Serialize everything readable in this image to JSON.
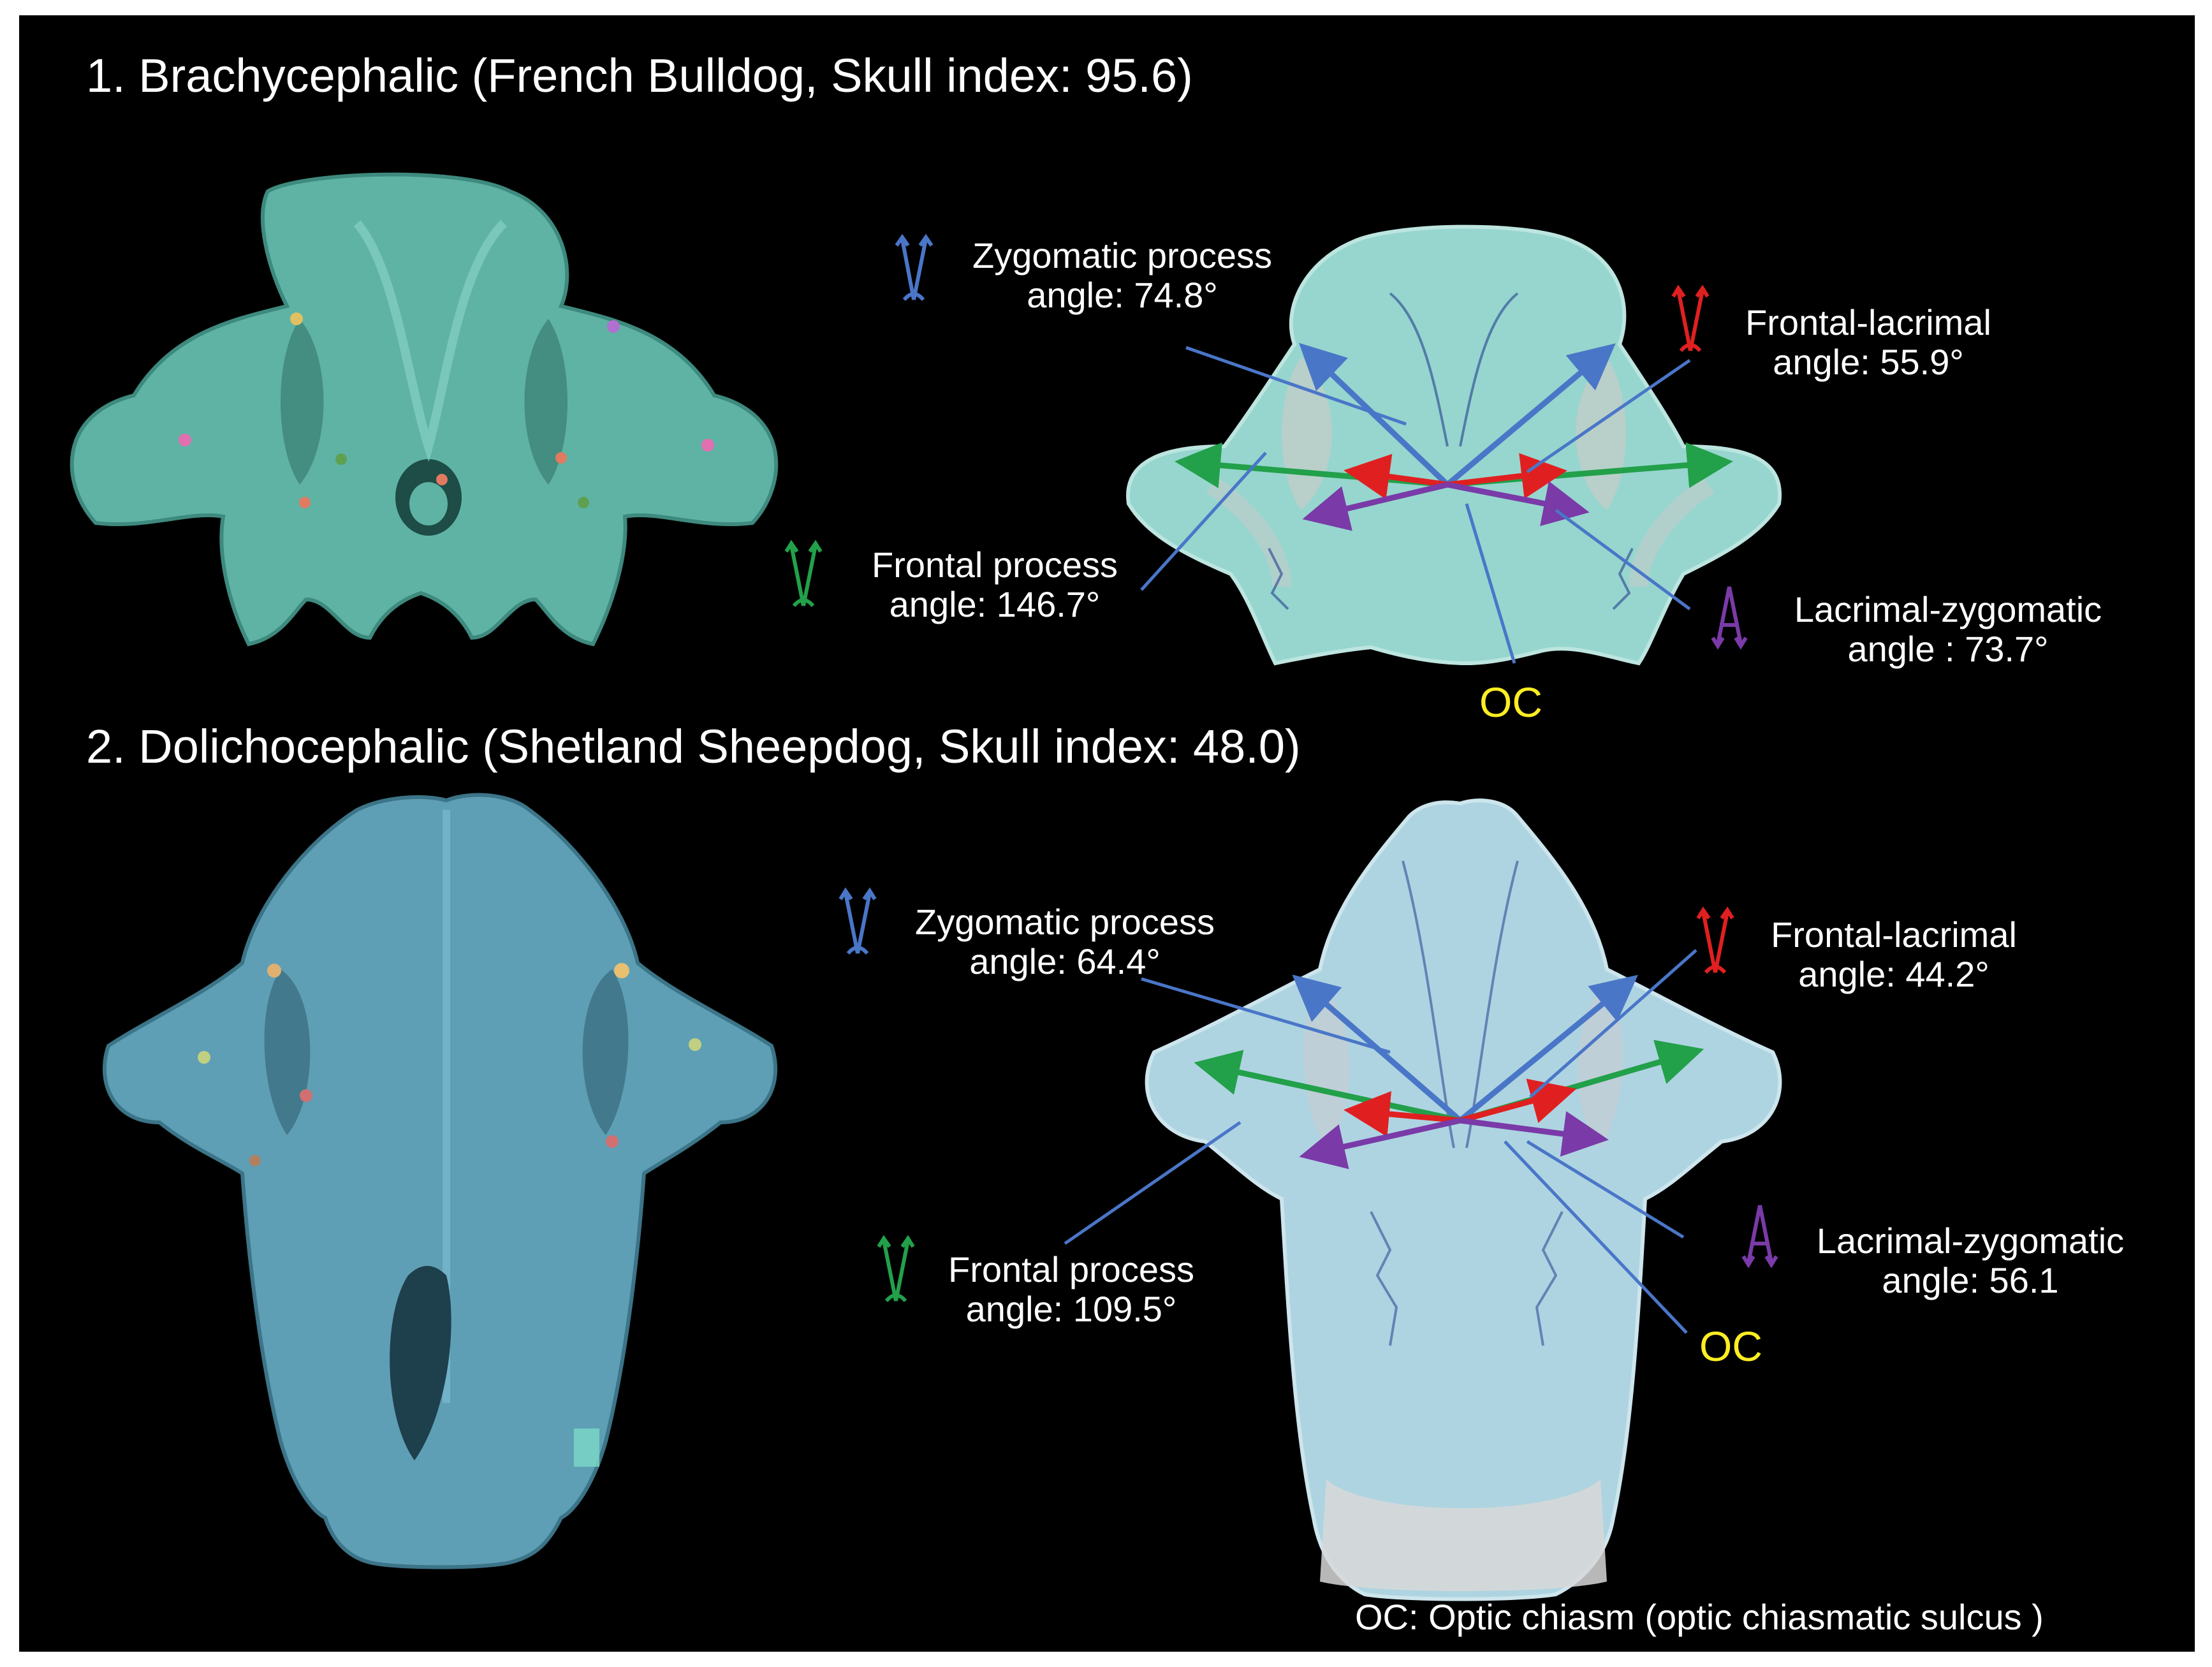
{
  "panels": [
    {
      "title": "1. Brachycephalic (French Bulldog, Skull index: 95.6)",
      "labels": {
        "zygomatic": {
          "line1": "Zygomatic process",
          "line2": "angle: 74.8°",
          "color": "#4a76c8"
        },
        "frontal_lacrimal": {
          "line1": "Frontal-lacrimal",
          "line2": "angle: 55.9°",
          "color": "#e02020"
        },
        "frontal_process": {
          "line1": "Frontal process",
          "line2": "angle: 146.7°",
          "color": "#22a04a"
        },
        "lacrimal_zygomatic": {
          "line1": "Lacrimal-zygomatic",
          "line2": "angle : 73.7°",
          "color": "#7a3aa8"
        }
      },
      "oc_label": "OC",
      "skull_color": "#5fb3a5",
      "overlay_color": "#9fe2da"
    },
    {
      "title": "2. Dolichocephalic (Shetland Sheepdog, Skull index: 48.0)",
      "labels": {
        "zygomatic": {
          "line1": "Zygomatic process",
          "line2": "angle: 64.4°",
          "color": "#4a76c8"
        },
        "frontal_lacrimal": {
          "line1": "Frontal-lacrimal",
          "line2": "angle: 44.2°",
          "color": "#e02020"
        },
        "frontal_process": {
          "line1": "Frontal process",
          "line2": "angle: 109.5°",
          "color": "#22a04a"
        },
        "lacrimal_zygomatic": {
          "line1": "Lacrimal-zygomatic",
          "line2": "angle: 56.1",
          "color": "#7a3aa8"
        }
      },
      "oc_label": "OC",
      "skull_color": "#5e9fb5",
      "overlay_color": "#b8e0ee"
    }
  ],
  "footnote": "OC: Optic chiasm (optic chiasmatic sulcus )",
  "oc_color": "#ffee22"
}
